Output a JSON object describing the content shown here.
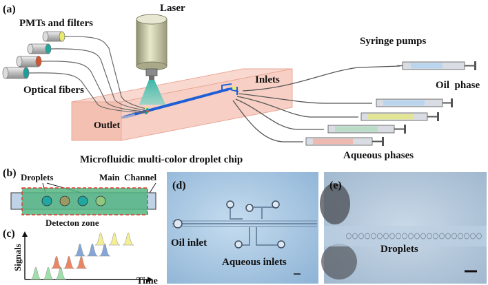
{
  "panels": {
    "a": {
      "tag": "(a)",
      "laser": "Laser",
      "pmts": "PMTs and filters",
      "optical_fibers": "Optical fibers",
      "outlet": "Outlet",
      "inlets": "Inlets",
      "syringe_pumps": "Syringe pumps",
      "oil_phase": "Oil  phase",
      "chip": "Microfluidic multi-color droplet chip",
      "aqueous": "Aqueous phases"
    },
    "b": {
      "tag": "(b)",
      "droplets": "Droplets",
      "main_channel": "Main  Channel",
      "zone": "Detecton zone"
    },
    "c": {
      "tag": "(c)",
      "signals": "Signals",
      "time": "Time"
    },
    "d": {
      "tag": "(d)",
      "oil_inlet": "Oil inlet",
      "aqueous_inlets": "Aqueous inlets"
    },
    "e": {
      "tag": "(e)",
      "droplets": "Droplets"
    }
  },
  "colors": {
    "fiber_caps": [
      "#e9ec6a",
      "#1fa7a0",
      "#d2552f",
      "#1e9e9a"
    ],
    "chip_pink": "#f6c9bd",
    "channel_blue": "#1f5fd6",
    "beam_teal": "#3cb5a4",
    "syringe_fills": [
      "#b8d4ee",
      "#e3e58e",
      "#b7dcc4",
      "#efb6ae"
    ],
    "peak_colors": [
      "#8ed99a",
      "#e8714a",
      "#6f98d0",
      "#f2ec82"
    ],
    "microscope_bg": "#a9c9e4"
  }
}
